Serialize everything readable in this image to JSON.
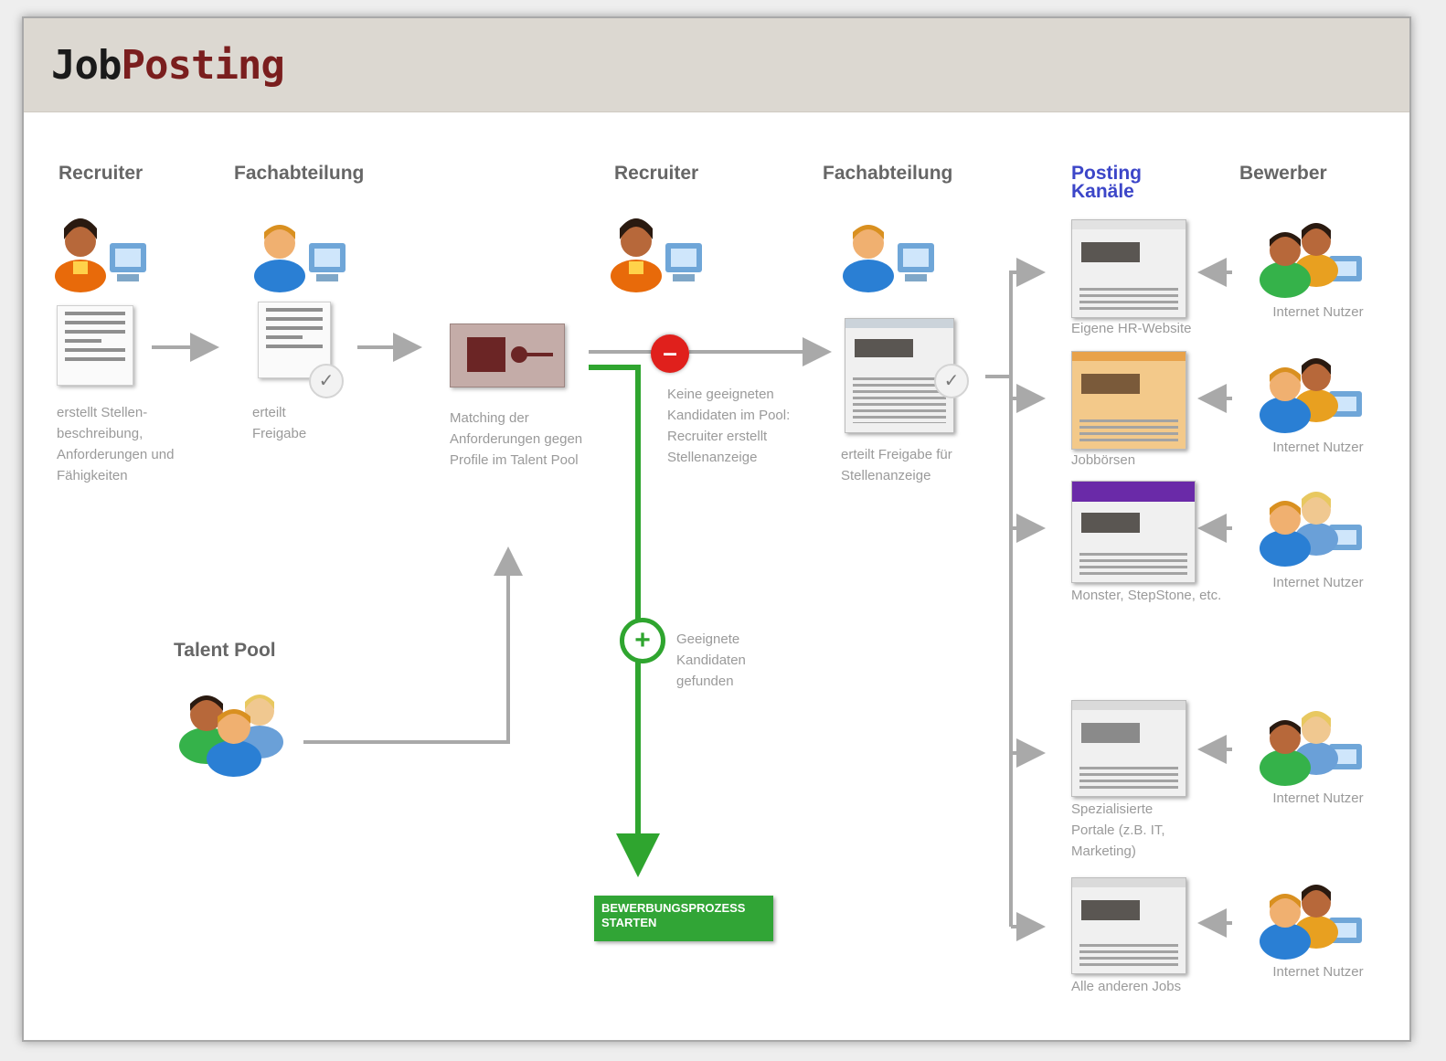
{
  "header": {
    "title_part1": "Job",
    "title_part2": "Posting"
  },
  "roles": {
    "recruiter_1": "Recruiter",
    "department_1": "Fachabteilung",
    "recruiter_2": "Recruiter",
    "department_2": "Fachabteilung",
    "channels": "Posting Kanäle",
    "applicant": "Bewerber",
    "talent_pool": "Talent Pool"
  },
  "captions": {
    "recruiter_1": "erstellt Stellen­beschreibung, Anforderungen und Fähigkeiten",
    "department_1": "erteilt Freigabe",
    "matching": "Matching der Anforderungen gegen Profile im Talent Pool",
    "no_candidates": "Keine geeigneten Kandidaten im Pool: Recruiter erstellt Stellenanzeige",
    "department_2": "erteilt Freigabe für Stellenanzeige",
    "candidates_found": "Geeignete Kandidaten gefunden",
    "green_box": "BEWERBUNGSPROZESS STARTEN"
  },
  "channels": [
    {
      "label": "Eigene HR-Website",
      "applicant": "Internet Nutzer"
    },
    {
      "label": "Jobbörsen",
      "applicant": "Internet Nutzer"
    },
    {
      "label": "Monster, StepStone, etc.",
      "applicant": "Internet Nutzer"
    },
    {
      "label": "Spezialisierte Portale (z.B. IT, Marketing)",
      "applicant": "Internet Nutzer"
    },
    {
      "label": "Alle anderen Jobs",
      "applicant": "Internet Nutzer"
    }
  ],
  "colors": {
    "header_bg": "#dcd8d1",
    "title_dark": "#1a1a1a",
    "title_accent": "#7a1e1e",
    "flow_green": "#2fa52f",
    "reject_red": "#e0201c",
    "channel_blue": "#3c46c8"
  },
  "icons": {
    "recruiter": "female-user-computer-icon",
    "department": "male-user-computer-icon",
    "document": "document-icon",
    "approved": "check-icon",
    "matching": "matching-icon",
    "reject": "minus-icon",
    "accept": "plus-icon",
    "group": "user-group-icon"
  }
}
